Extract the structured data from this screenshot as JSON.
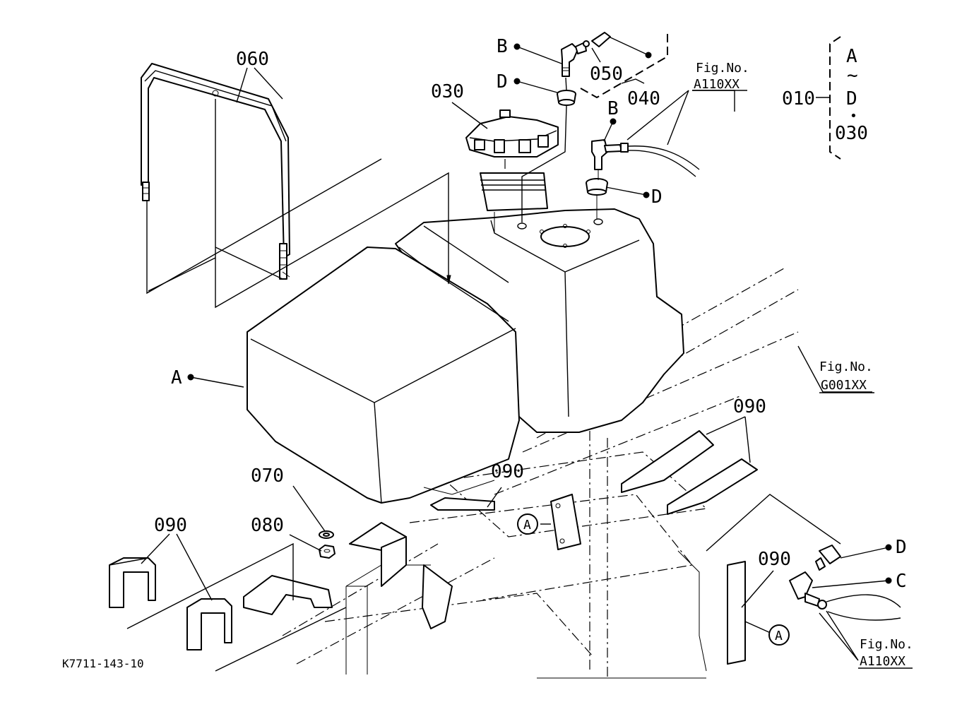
{
  "diagram": {
    "part_labels": {
      "p060": "060",
      "p030": "030",
      "p050": "050",
      "p040": "040",
      "p010": "010",
      "p070": "070",
      "p080": "080",
      "p090_left": "090",
      "p090_mid": "090",
      "p090_right_top": "090",
      "p090_right_bottom": "090",
      "p030_bracket": "030"
    },
    "letter_refs": {
      "b_top": "B",
      "d_top": "D",
      "b_mid": "B",
      "d_mid": "D",
      "a_left": "A",
      "d_right": "D",
      "c_right": "C",
      "a_circ_mid": "A",
      "a_circ_right": "A",
      "bracket_a": "A",
      "bracket_tilde": "~",
      "bracket_d": "D",
      "bracket_dot": "•"
    },
    "fig_refs": {
      "top_fig_label": "Fig.No.",
      "top_fig_code": "A110XX",
      "mid_fig_label": "Fig.No.",
      "mid_fig_code": "G001XX",
      "bottom_fig_label": "Fig.No.",
      "bottom_fig_code": "A110XX"
    },
    "drawing_code": "K7711-143-10"
  }
}
